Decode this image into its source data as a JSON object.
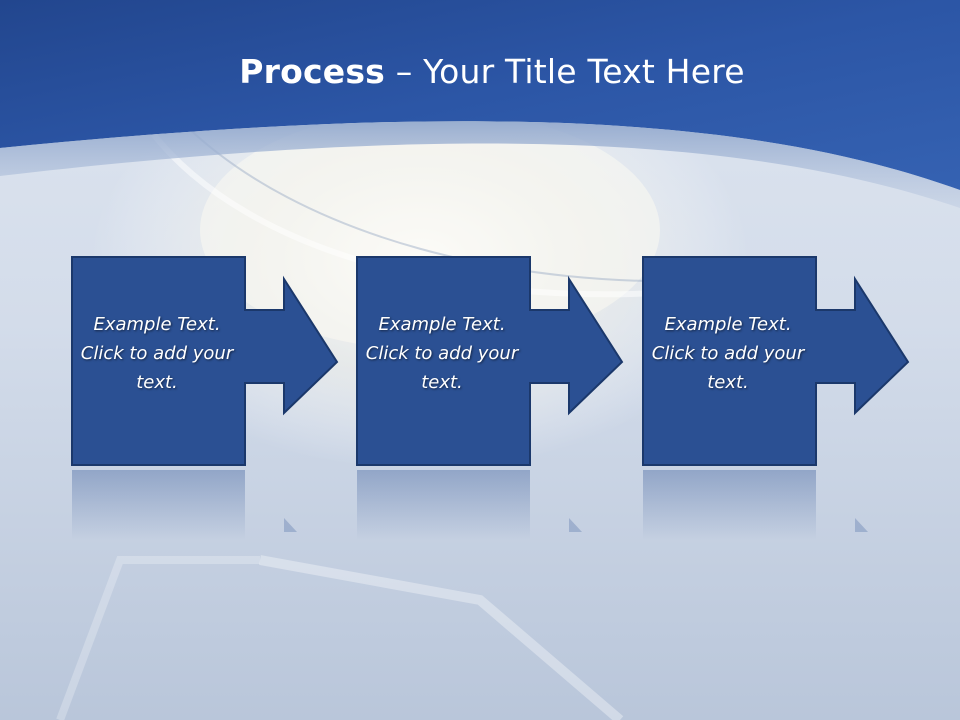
{
  "title": {
    "bold": "Process",
    "rest": " – Your Title Text Here"
  },
  "steps": [
    {
      "text": "Example Text. Click  to add your text."
    },
    {
      "text": "Example Text. Click  to add your text."
    },
    {
      "text": "Example Text. Click  to add your text."
    }
  ],
  "colors": {
    "header_blue": "#2a52a0",
    "box_fill": "#2b5093",
    "box_border": "#1c3a6e",
    "background": "#c6d2e2"
  }
}
